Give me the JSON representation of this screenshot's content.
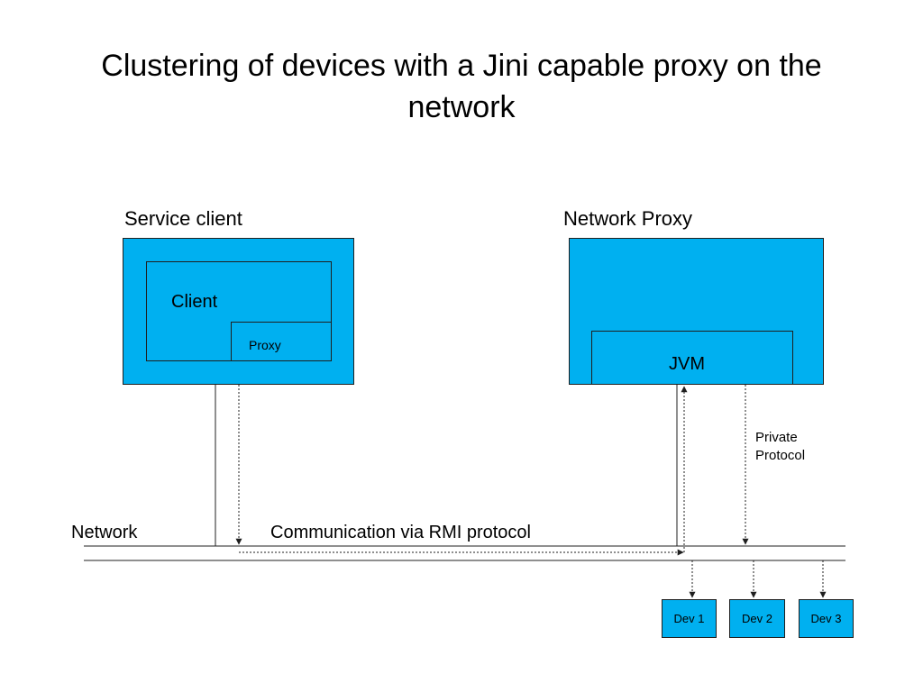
{
  "title": "Clustering of devices with a Jini capable proxy on the network",
  "service_client": {
    "label": "Service client",
    "client_label": "Client",
    "proxy_label": "Proxy"
  },
  "network_proxy": {
    "label": "Network Proxy",
    "jvm_label": "JVM"
  },
  "network_label": "Network",
  "rmi_label": "Communication via RMI protocol",
  "private_protocol_line1": "Private",
  "private_protocol_line2": "Protocol",
  "devices": [
    "Dev 1",
    "Dev 2",
    "Dev 3"
  ],
  "colors": {
    "box_fill": "#00b0f0",
    "line": "#1f1f1f"
  }
}
